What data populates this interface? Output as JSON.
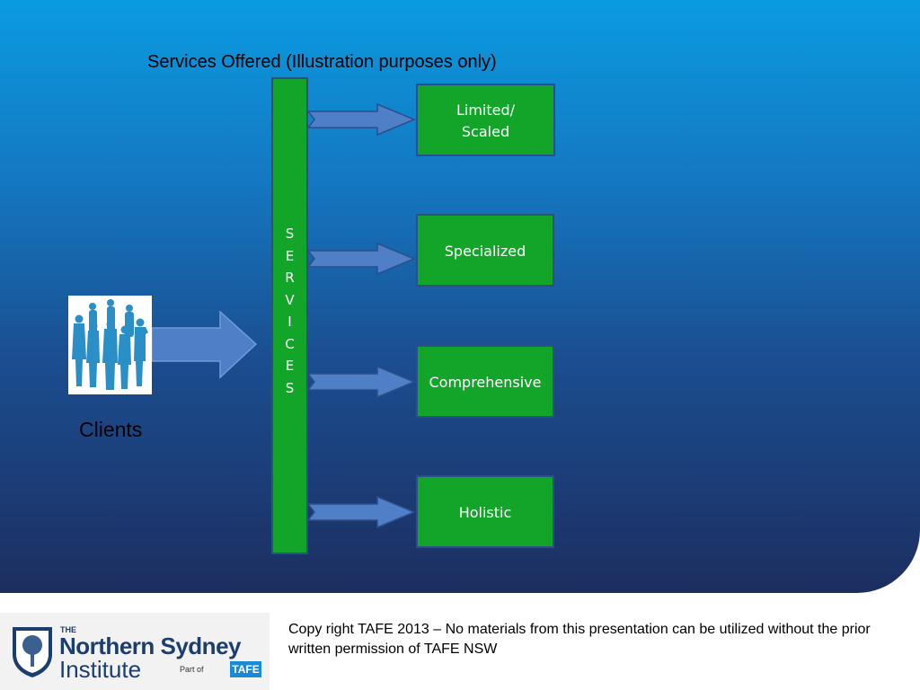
{
  "slide": {
    "title": "Services Offered (Illustration purposes only)",
    "services_letters": [
      "S",
      "E",
      "R",
      "V",
      "I",
      "C",
      "E",
      "S"
    ],
    "service_boxes": [
      {
        "lines": [
          "Limited/",
          "Scaled"
        ]
      },
      {
        "lines": [
          "Specialized"
        ]
      },
      {
        "lines": [
          "Comprehensive"
        ]
      },
      {
        "lines": [
          "Holistic"
        ]
      }
    ],
    "clients_label": "Clients",
    "colors": {
      "box_fill": "#12a52a",
      "box_border": "#2b4f8a",
      "arrow_fill": "#4f7fc7",
      "background_top": "#0a9be0",
      "background_bottom": "#1c2e60"
    }
  },
  "footer": {
    "logo": {
      "the": "THE",
      "line1": "Northern Sydney",
      "line2": "Institute",
      "part_of": "Part of",
      "tafe": "TAFE"
    },
    "copyright": "Copy right TAFE 2013 – No materials from this presentation can be utilized without the prior written permission of TAFE NSW"
  }
}
